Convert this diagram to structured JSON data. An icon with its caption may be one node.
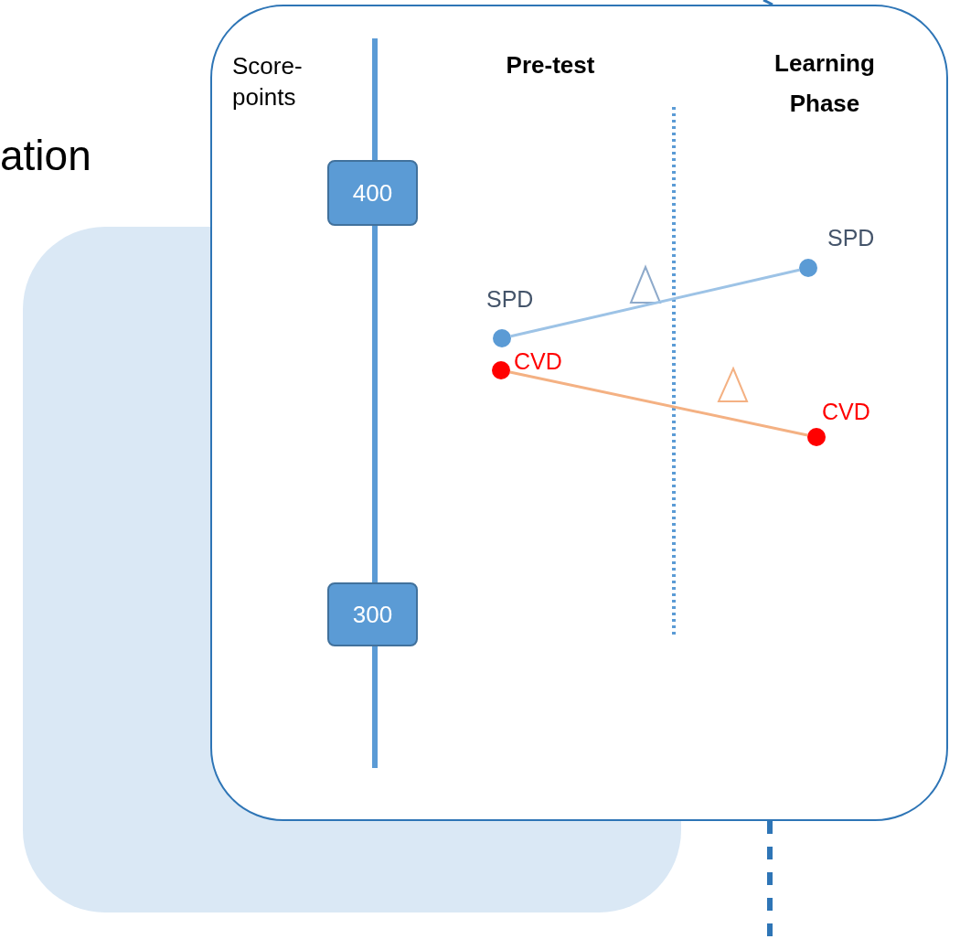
{
  "diagram": {
    "nodes": [
      {
        "text": [
          "Score- points",
          "Pre-test",
          "Learning Phase"
        ]
      },
      {
        "text": [
          "400"
        ],
        "in": 0
      },
      {
        "text": [
          "300"
        ],
        "in": 0
      },
      {
        "text": [],
        "shape": "circle",
        "in": 0,
        "beside": [
          "SPD"
        ]
      },
      {
        "text": [],
        "shape": "circle",
        "in": 0,
        "beside": [
          "CVD"
        ]
      },
      {
        "text": [],
        "shape": "circle",
        "in": 0,
        "beside": [
          "SPD"
        ]
      },
      {
        "text": [],
        "shape": "circle",
        "in": 0,
        "beside": [
          "CVD"
        ]
      }
    ],
    "edges": [
      {
        "from": 3,
        "to": 5,
        "arrow": "none",
        "color": "#9dc3e6"
      },
      {
        "from": 4,
        "to": 6,
        "arrow": "none",
        "color": "#f4b183"
      },
      {
        "from": null,
        "to": 0,
        "arrow": "none",
        "color": "#2e75b6"
      },
      {
        "from": 0,
        "to": null,
        "arrow": "none",
        "style": "dashed",
        "color": "#2e75b6"
      }
    ],
    "labels": [
      "ation"
    ]
  }
}
